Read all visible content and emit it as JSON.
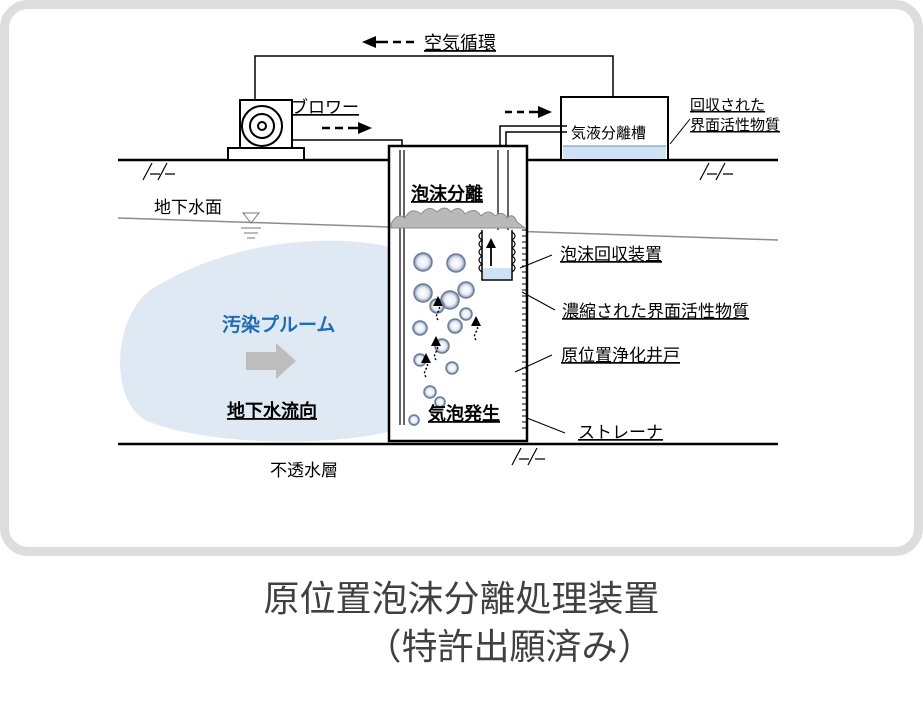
{
  "labels": {
    "air_circulation": "空気循環",
    "blower": "ブロワー",
    "gas_liquid_separator": "気液分離槽",
    "recovered_surfactant_line1": "回収された",
    "recovered_surfactant_line2": "界面活性物質",
    "groundwater_surface": "地下水面",
    "foam_separation": "泡沫分離",
    "foam_collector": "泡沫回収装置",
    "concentrated_surfactant": "濃縮された界面活性物質",
    "in_situ_well": "原位置浄化井戸",
    "contamination_plume": "汚染プルーム",
    "groundwater_flow": "地下水流向",
    "bubble_generation": "気泡発生",
    "strainer": "ストレーナ",
    "impermeable_layer": "不透水層"
  },
  "caption": {
    "line1": "原位置泡沫分離処理装置",
    "line2": "（特許出願済み）"
  },
  "colors": {
    "plume": "#dfe9f4",
    "plume_text": "#1f6bb4",
    "liquid": "#cfe2f3",
    "arrow_gray": "#bdbdbd",
    "frame": "#dddddd",
    "caption": "#404040"
  }
}
